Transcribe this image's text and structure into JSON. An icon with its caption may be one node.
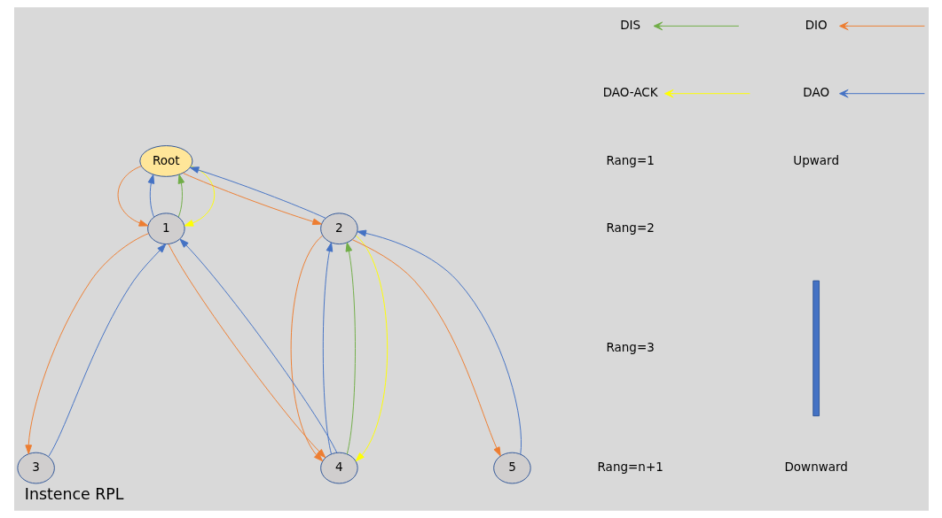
{
  "diagram": {
    "caption": "Instence RPL",
    "nodes": [
      {
        "text": [
          "Root"
        ]
      },
      {
        "text": [
          "1"
        ]
      },
      {
        "text": [
          "2"
        ]
      },
      {
        "text": [
          "3"
        ]
      },
      {
        "text": [
          "4"
        ]
      },
      {
        "text": [
          "5"
        ]
      }
    ],
    "edges": [
      {
        "from": 0,
        "to": 1,
        "arrow": "to",
        "color": "#ed7d31"
      },
      {
        "from": 1,
        "to": 0,
        "arrow": "to",
        "color": "#4472c4"
      },
      {
        "from": 1,
        "to": 0,
        "arrow": "to",
        "color": "#70ad47"
      },
      {
        "from": 0,
        "to": 1,
        "arrow": "to",
        "color": "#ffff00"
      },
      {
        "from": 0,
        "to": 2,
        "arrow": "to",
        "color": "#ed7d31"
      },
      {
        "from": 2,
        "to": 0,
        "arrow": "to",
        "color": "#4472c4"
      },
      {
        "from": 1,
        "to": 3,
        "arrow": "to",
        "color": "#ed7d31"
      },
      {
        "from": 3,
        "to": 1,
        "arrow": "to",
        "color": "#4472c4"
      },
      {
        "from": 1,
        "to": 4,
        "arrow": "to",
        "color": "#ed7d31"
      },
      {
        "from": 4,
        "to": 1,
        "arrow": "to",
        "color": "#4472c4"
      },
      {
        "from": 2,
        "to": 4,
        "arrow": "to",
        "color": "#ed7d31"
      },
      {
        "from": 4,
        "to": 2,
        "arrow": "to",
        "color": "#4472c4"
      },
      {
        "from": 4,
        "to": 2,
        "arrow": "to",
        "color": "#70ad47"
      },
      {
        "from": 2,
        "to": 4,
        "arrow": "to",
        "color": "#ffff00"
      },
      {
        "from": 2,
        "to": 5,
        "arrow": "to",
        "color": "#ed7d31"
      },
      {
        "from": 5,
        "to": 2,
        "arrow": "to",
        "color": "#4472c4"
      }
    ],
    "labels": [
      "Rang=1",
      "Upward",
      "Rang=2",
      "Rang=3",
      "Downward",
      "Rang=n+1"
    ],
    "legend": [
      {
        "text": "DIS"
      },
      {
        "text": "DAO-ACK"
      },
      {
        "text": "DIO"
      },
      {
        "text": "DAO"
      }
    ]
  }
}
